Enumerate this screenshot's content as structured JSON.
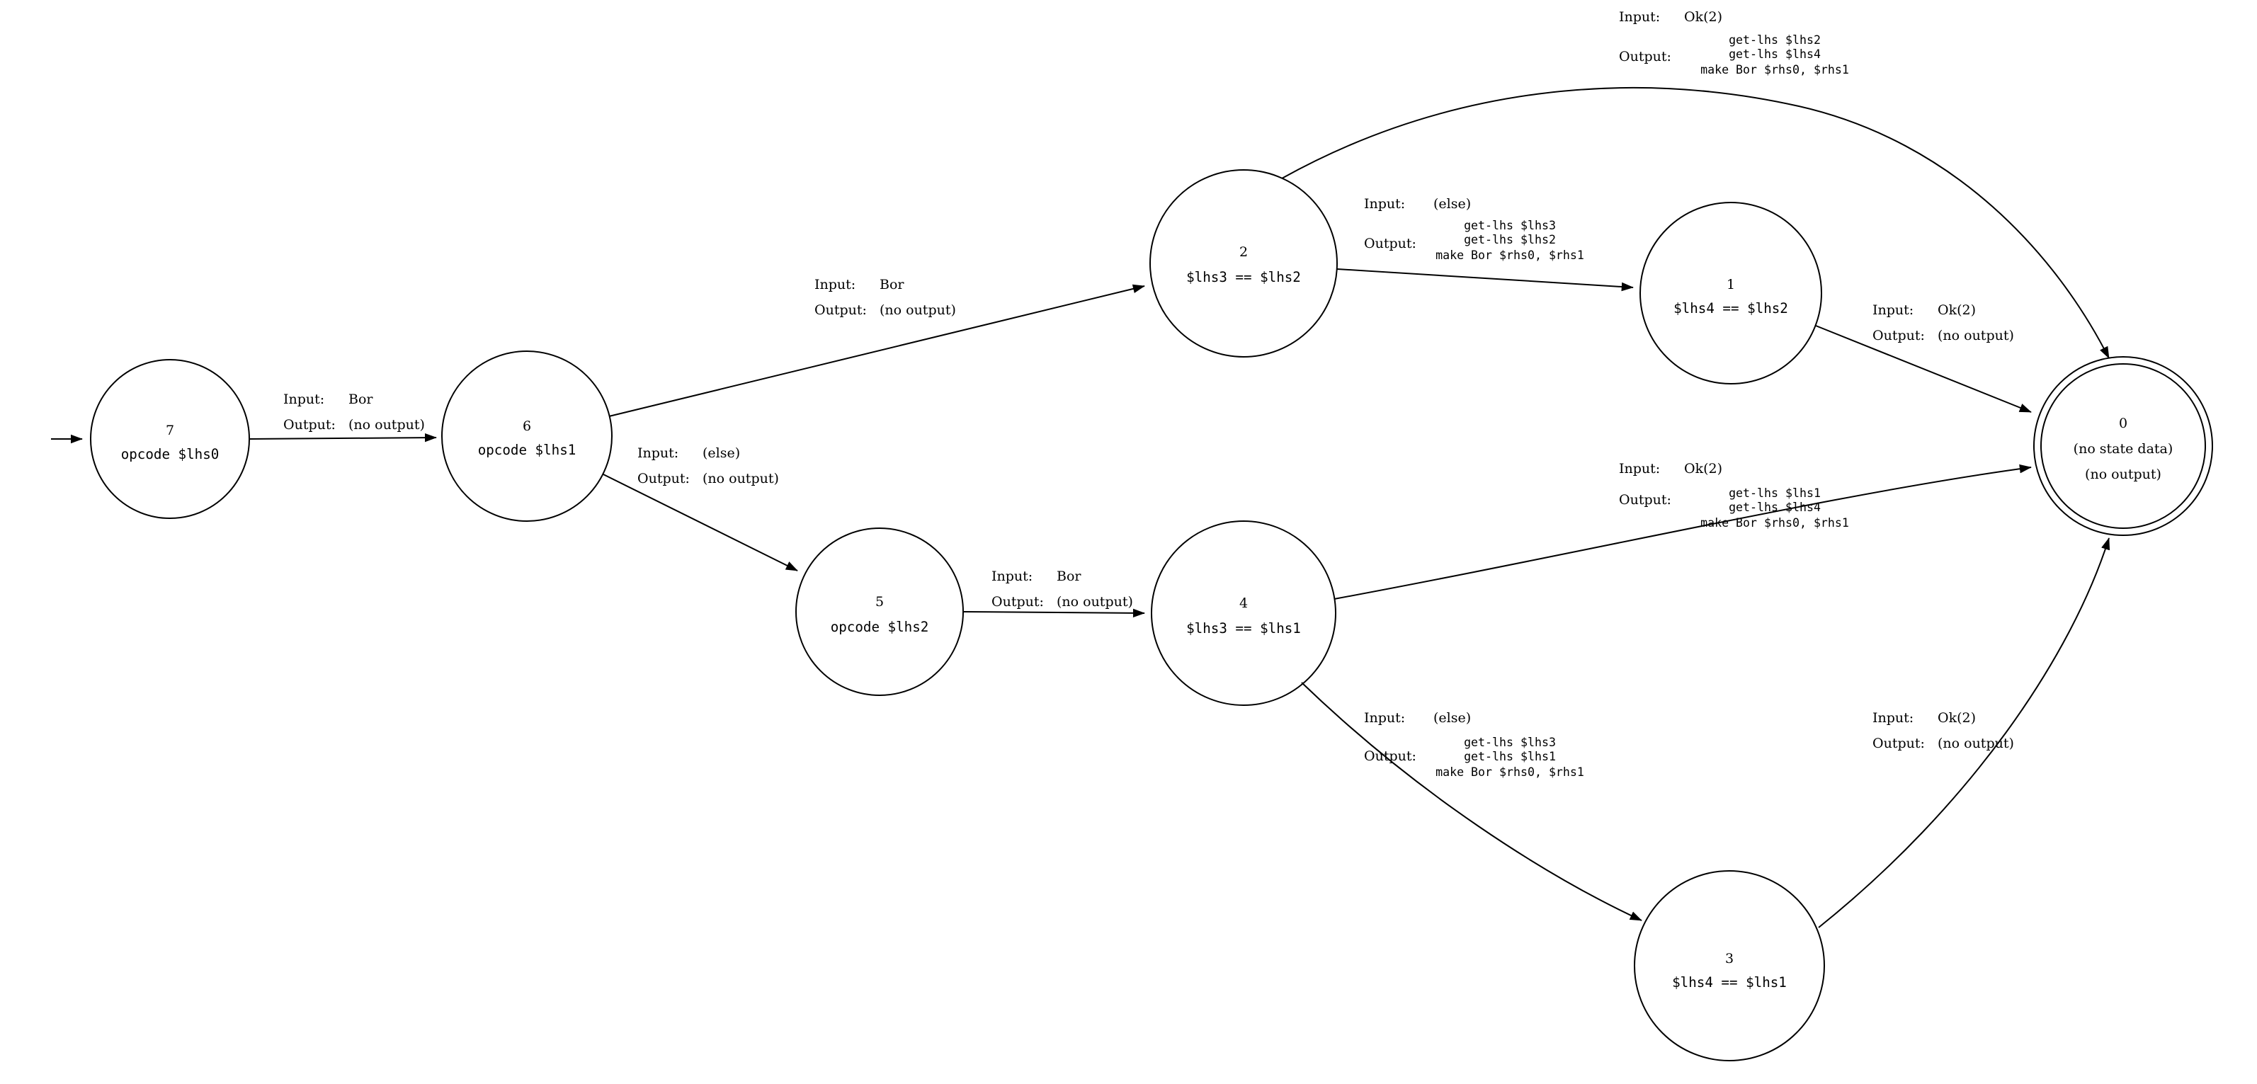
{
  "labels": {
    "input": "Input:",
    "output": "Output:"
  },
  "states": {
    "s7": {
      "num": "7",
      "label": "opcode $lhs0"
    },
    "s6": {
      "num": "6",
      "label": "opcode $lhs1"
    },
    "s5": {
      "num": "5",
      "label": "opcode $lhs2"
    },
    "s4": {
      "num": "4",
      "label": "$lhs3 == $lhs1"
    },
    "s3": {
      "num": "3",
      "label": "$lhs4 == $lhs1"
    },
    "s2": {
      "num": "2",
      "label": "$lhs3 == $lhs2"
    },
    "s1": {
      "num": "1",
      "label": "$lhs4 == $lhs2"
    },
    "s0": {
      "num": "0",
      "line1": "(no state data)",
      "line2": "(no output)"
    }
  },
  "edges": {
    "e7_6": {
      "input": "Bor",
      "output": "(no output)"
    },
    "e6_2": {
      "input": "Bor",
      "output": "(no output)"
    },
    "e6_5": {
      "input": "(else)",
      "output": "(no output)"
    },
    "e5_4": {
      "input": "Bor",
      "output": "(no output)"
    },
    "e2_1": {
      "input": "(else)",
      "code1": "get-lhs $lhs3",
      "code2": "get-lhs $lhs2",
      "code3": "make Bor $rhs0, $rhs1"
    },
    "e2_0": {
      "input": "Ok(2)",
      "code1": "get-lhs $lhs2",
      "code2": "get-lhs $lhs4",
      "code3": "make Bor $rhs0, $rhs1"
    },
    "e4_0": {
      "input": "Ok(2)",
      "code1": "get-lhs $lhs1",
      "code2": "get-lhs $lhs4",
      "code3": "make Bor $rhs0, $rhs1"
    },
    "e4_3": {
      "input": "(else)",
      "code1": "get-lhs $lhs3",
      "code2": "get-lhs $lhs1",
      "code3": "make Bor $rhs0, $rhs1"
    },
    "e1_0": {
      "input": "Ok(2)",
      "output": "(no output)"
    },
    "e3_0": {
      "input": "Ok(2)",
      "output": "(no output)"
    }
  }
}
